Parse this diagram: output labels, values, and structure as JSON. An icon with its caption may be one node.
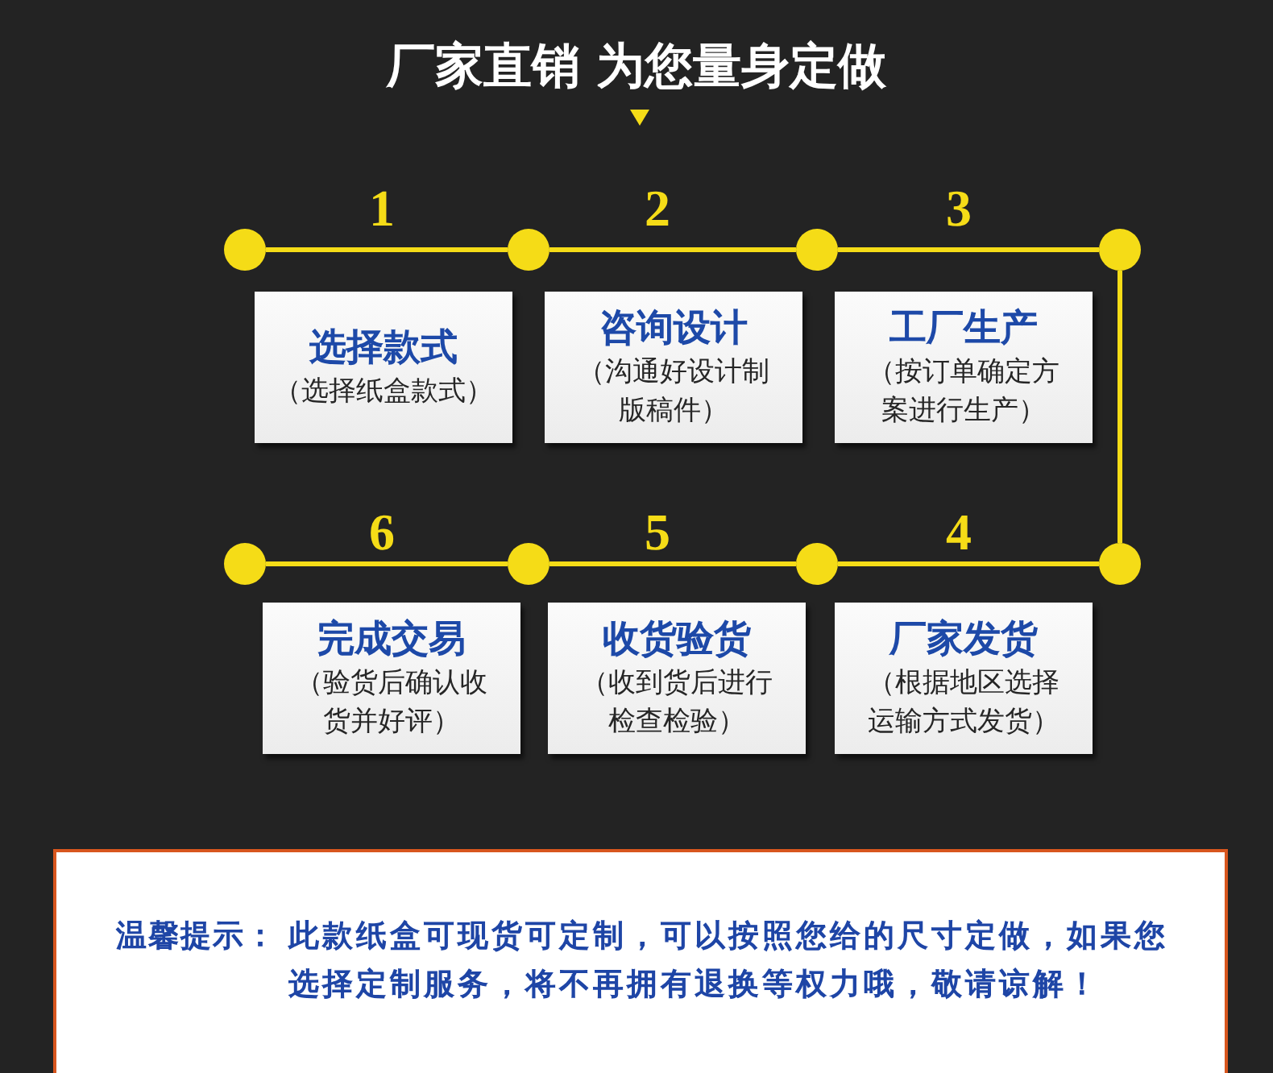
{
  "diagram": {
    "title": "厂家直销 为您量身定做",
    "nodes": [
      {
        "text": [],
        "shape": "circle"
      },
      {
        "text": [],
        "shape": "circle"
      },
      {
        "text": [],
        "shape": "circle"
      },
      {
        "text": [],
        "shape": "circle"
      },
      {
        "text": [
          "选择款式",
          "（选择纸盒款式）"
        ],
        "beside": [
          "1"
        ]
      },
      {
        "text": [
          "咨询设计",
          "（沟通好设计制版稿件）"
        ],
        "beside": [
          "2"
        ]
      },
      {
        "text": [
          "工厂生产",
          "（按订单确定方案进行生产）"
        ],
        "beside": [
          "3"
        ]
      },
      {
        "text": [],
        "shape": "circle"
      },
      {
        "text": [],
        "shape": "circle"
      },
      {
        "text": [],
        "shape": "circle"
      },
      {
        "text": [],
        "shape": "circle"
      },
      {
        "text": [
          "完成交易",
          "（验货后确认收货并好评）"
        ],
        "beside": [
          "6"
        ]
      },
      {
        "text": [
          "收货验货",
          "（收到货后进行检查检验）"
        ],
        "beside": [
          "5"
        ]
      },
      {
        "text": [
          "厂家发货",
          "（根据地区选择运输方式发货）"
        ],
        "beside": [
          "4"
        ]
      },
      {
        "text": [
          "温馨提示：",
          "此款纸盒可现货可定制，可以按照您给的尺寸定做，如果您选择定制服务，将不再拥有退换等权力哦，敬请谅解！"
        ]
      }
    ],
    "edges": [
      {
        "from": 0,
        "to": 1,
        "arrow": "none"
      },
      {
        "from": 1,
        "to": 2,
        "arrow": "none"
      },
      {
        "from": 2,
        "to": 3,
        "arrow": "none"
      },
      {
        "from": 3,
        "to": 10,
        "arrow": "none"
      },
      {
        "from": 10,
        "to": 9,
        "arrow": "none"
      },
      {
        "from": 9,
        "to": 8,
        "arrow": "none"
      },
      {
        "from": 8,
        "to": 7,
        "arrow": "none"
      }
    ]
  }
}
